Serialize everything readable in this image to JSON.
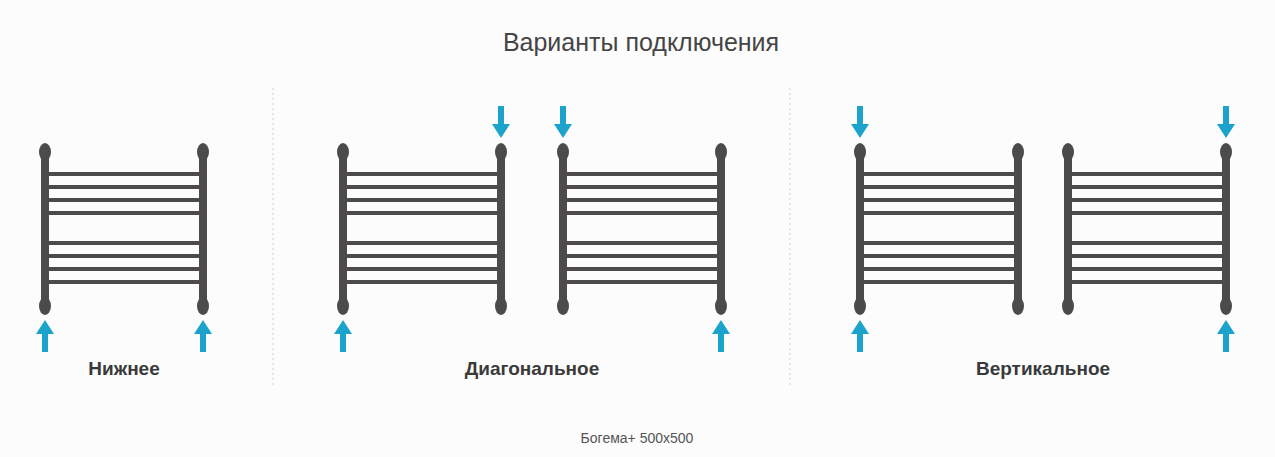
{
  "diagram": {
    "title": "Варианты подключения",
    "caption": "Богема+ 500x500",
    "labels": [
      "Нижнее",
      "Диагональное",
      "Вертикальное"
    ]
  }
}
